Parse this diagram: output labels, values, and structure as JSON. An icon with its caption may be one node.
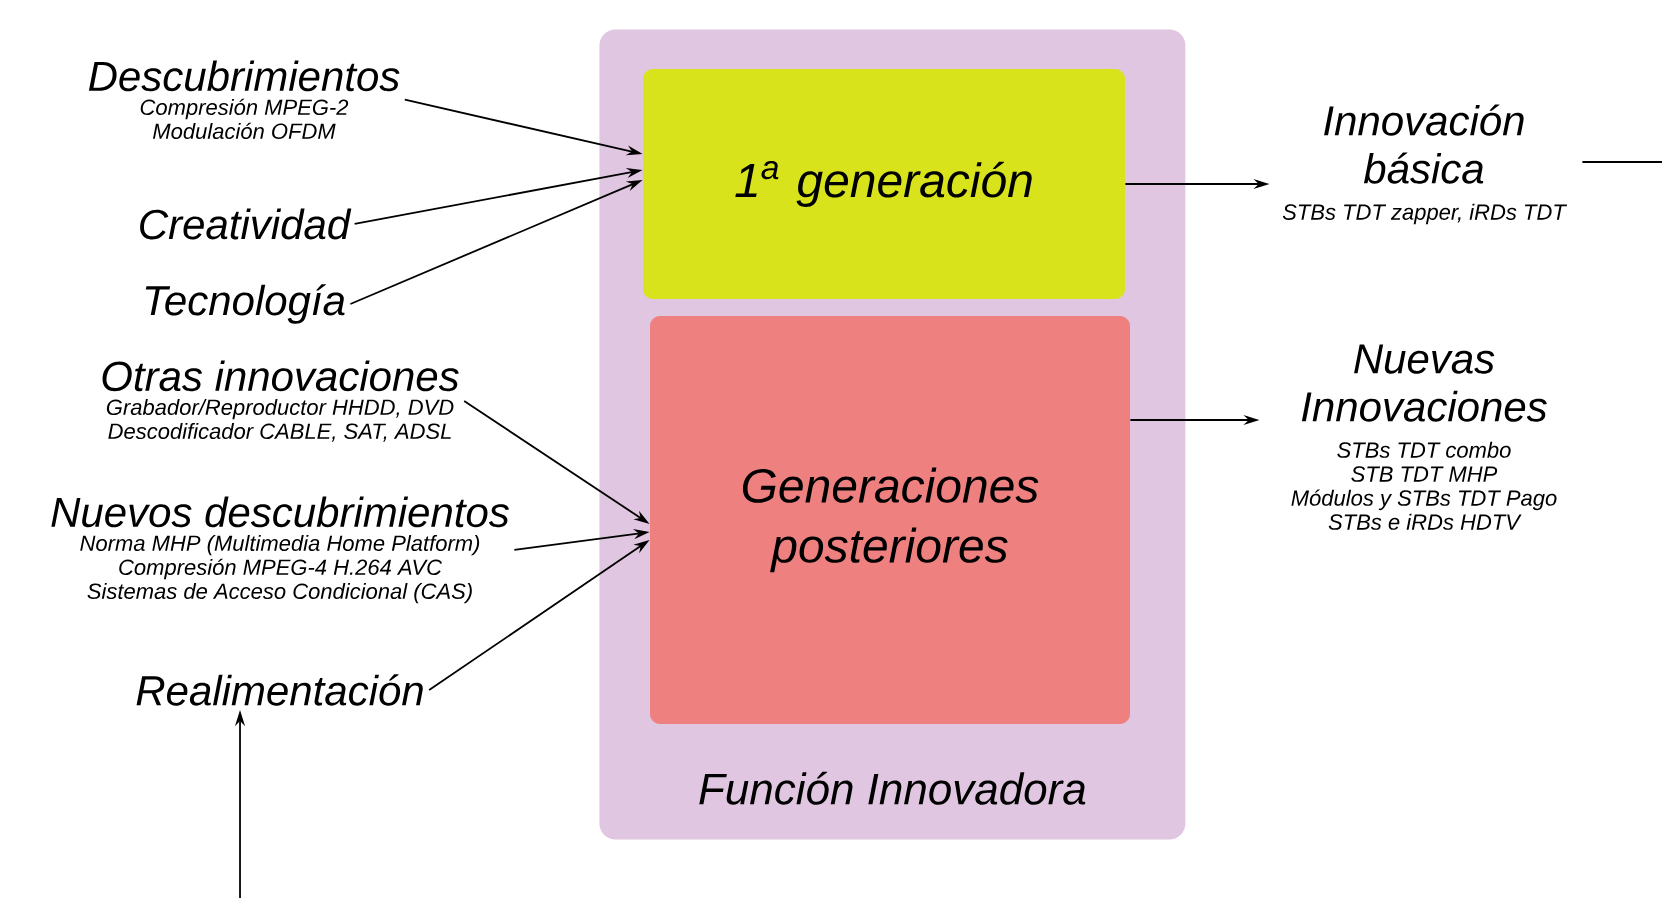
{
  "diagram": {
    "nodes": [
      {
        "text": [
          "Función Innovadora"
        ]
      },
      {
        "text": [
          "1$^{a}$ generación"
        ],
        "in": 0
      },
      {
        "text": [
          "Generaciones posteriores"
        ],
        "in": 0
      },
      {
        "text": [
          "Descubrimientos",
          "Compresión MPEG-2",
          "Modulación OFDM"
        ]
      },
      {
        "text": [
          "Creatividad"
        ]
      },
      {
        "text": [
          "Tecnología"
        ]
      },
      {
        "text": [
          "Otras innovaciones",
          "Grabador/Reproductor HHDD, DVD",
          "Descodificador CABLE, SAT, ADSL"
        ]
      },
      {
        "text": [
          "Nuevos descubrimientos",
          "Norma MHP (Multimedia Home Platform)",
          "Compresión MPEG-4 H.264 AVC",
          "Sistemas de Acceso Condicional (CAS)"
        ]
      },
      {
        "text": [
          "Realimentación"
        ]
      },
      {
        "text": [
          "Innovación básica",
          "STBs TDT zapper, iRDs TDT"
        ]
      },
      {
        "text": [
          "Nuevas Innovaciones",
          "STBs TDT combo",
          "STB TDT MHP",
          "Módulos y STBs TDT Pago",
          "STBs e iRDs HDTV"
        ]
      }
    ],
    "edges": [
      {
        "from": 3,
        "to": 1,
        "arrow": "to"
      },
      {
        "from": 4,
        "to": 1,
        "arrow": "to"
      },
      {
        "from": 5,
        "to": 1,
        "arrow": "to"
      },
      {
        "from": 6,
        "to": 2,
        "arrow": "to"
      },
      {
        "from": 7,
        "to": 2,
        "arrow": "to"
      },
      {
        "from": 8,
        "to": 2,
        "arrow": "to"
      },
      {
        "from": 1,
        "to": 9,
        "arrow": "to"
      },
      {
        "from": 2,
        "to": 10,
        "arrow": "to"
      },
      {
        "from": null,
        "to": 8,
        "arrow": "to"
      },
      {
        "from": 9,
        "to": null,
        "arrow": "none"
      }
    ]
  }
}
